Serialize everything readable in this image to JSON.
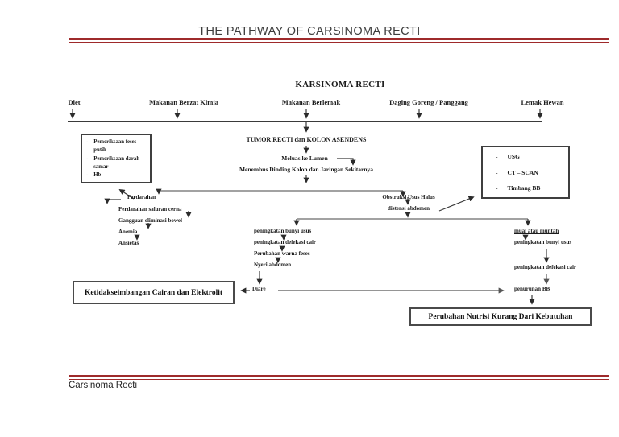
{
  "header": {
    "title": "THE PATHWAY OF CARSINOMA RECTI"
  },
  "diagram": {
    "title": "KARSINOMA RECTI",
    "bullet": "-",
    "causes": [
      "Diet",
      "Makanan Berzat Kimia",
      "Makanan Berlemak",
      "Daging Goreng / Panggang",
      "Lemak Hewan"
    ],
    "exam_box": {
      "items": [
        "Pemeriksaan feses putih",
        "Pemeriksaan darah samar",
        "Hb"
      ]
    },
    "scan_box": {
      "items": [
        "USG",
        "CT – SCAN",
        "Timbang BB"
      ]
    },
    "flow": {
      "tumor": "TUMOR RECTI dan KOLON ASENDENS",
      "meluas": "Meluas ke Lumen",
      "menembus": "Menembus Dinding Kolon dan Jaringan Sekitarnya"
    },
    "left_branch": [
      "Perdarahan",
      "Perdarahan saluran cerna",
      "Gangguan eliminasi bowel",
      "Anemia",
      "Ansietas"
    ],
    "obstruksi": {
      "line1": "Obstruksi Usus Halus",
      "line2": "distensi abdomen"
    },
    "mid_branch": [
      "peningkatan bunyi usus",
      "peningkatan defekasi cair",
      "Perubahan warna feses",
      "Nyeri abdomen",
      "Diare"
    ],
    "right_branch": [
      "mual atau muntah",
      "peningkatan bunyi usus",
      "peningkatan defekasi cair",
      "penurunan BB"
    ],
    "diagnosis_boxes": {
      "fluid": "Ketidakseimbangan Cairan dan Elektrolit",
      "nutrition": "Perubahan Nutrisi Kurang Dari Kebutuhan"
    }
  },
  "footer": {
    "label": "Carsinoma Recti"
  },
  "colors": {
    "accent_red": "#9e2a2b",
    "text": "#1c1c1c"
  }
}
